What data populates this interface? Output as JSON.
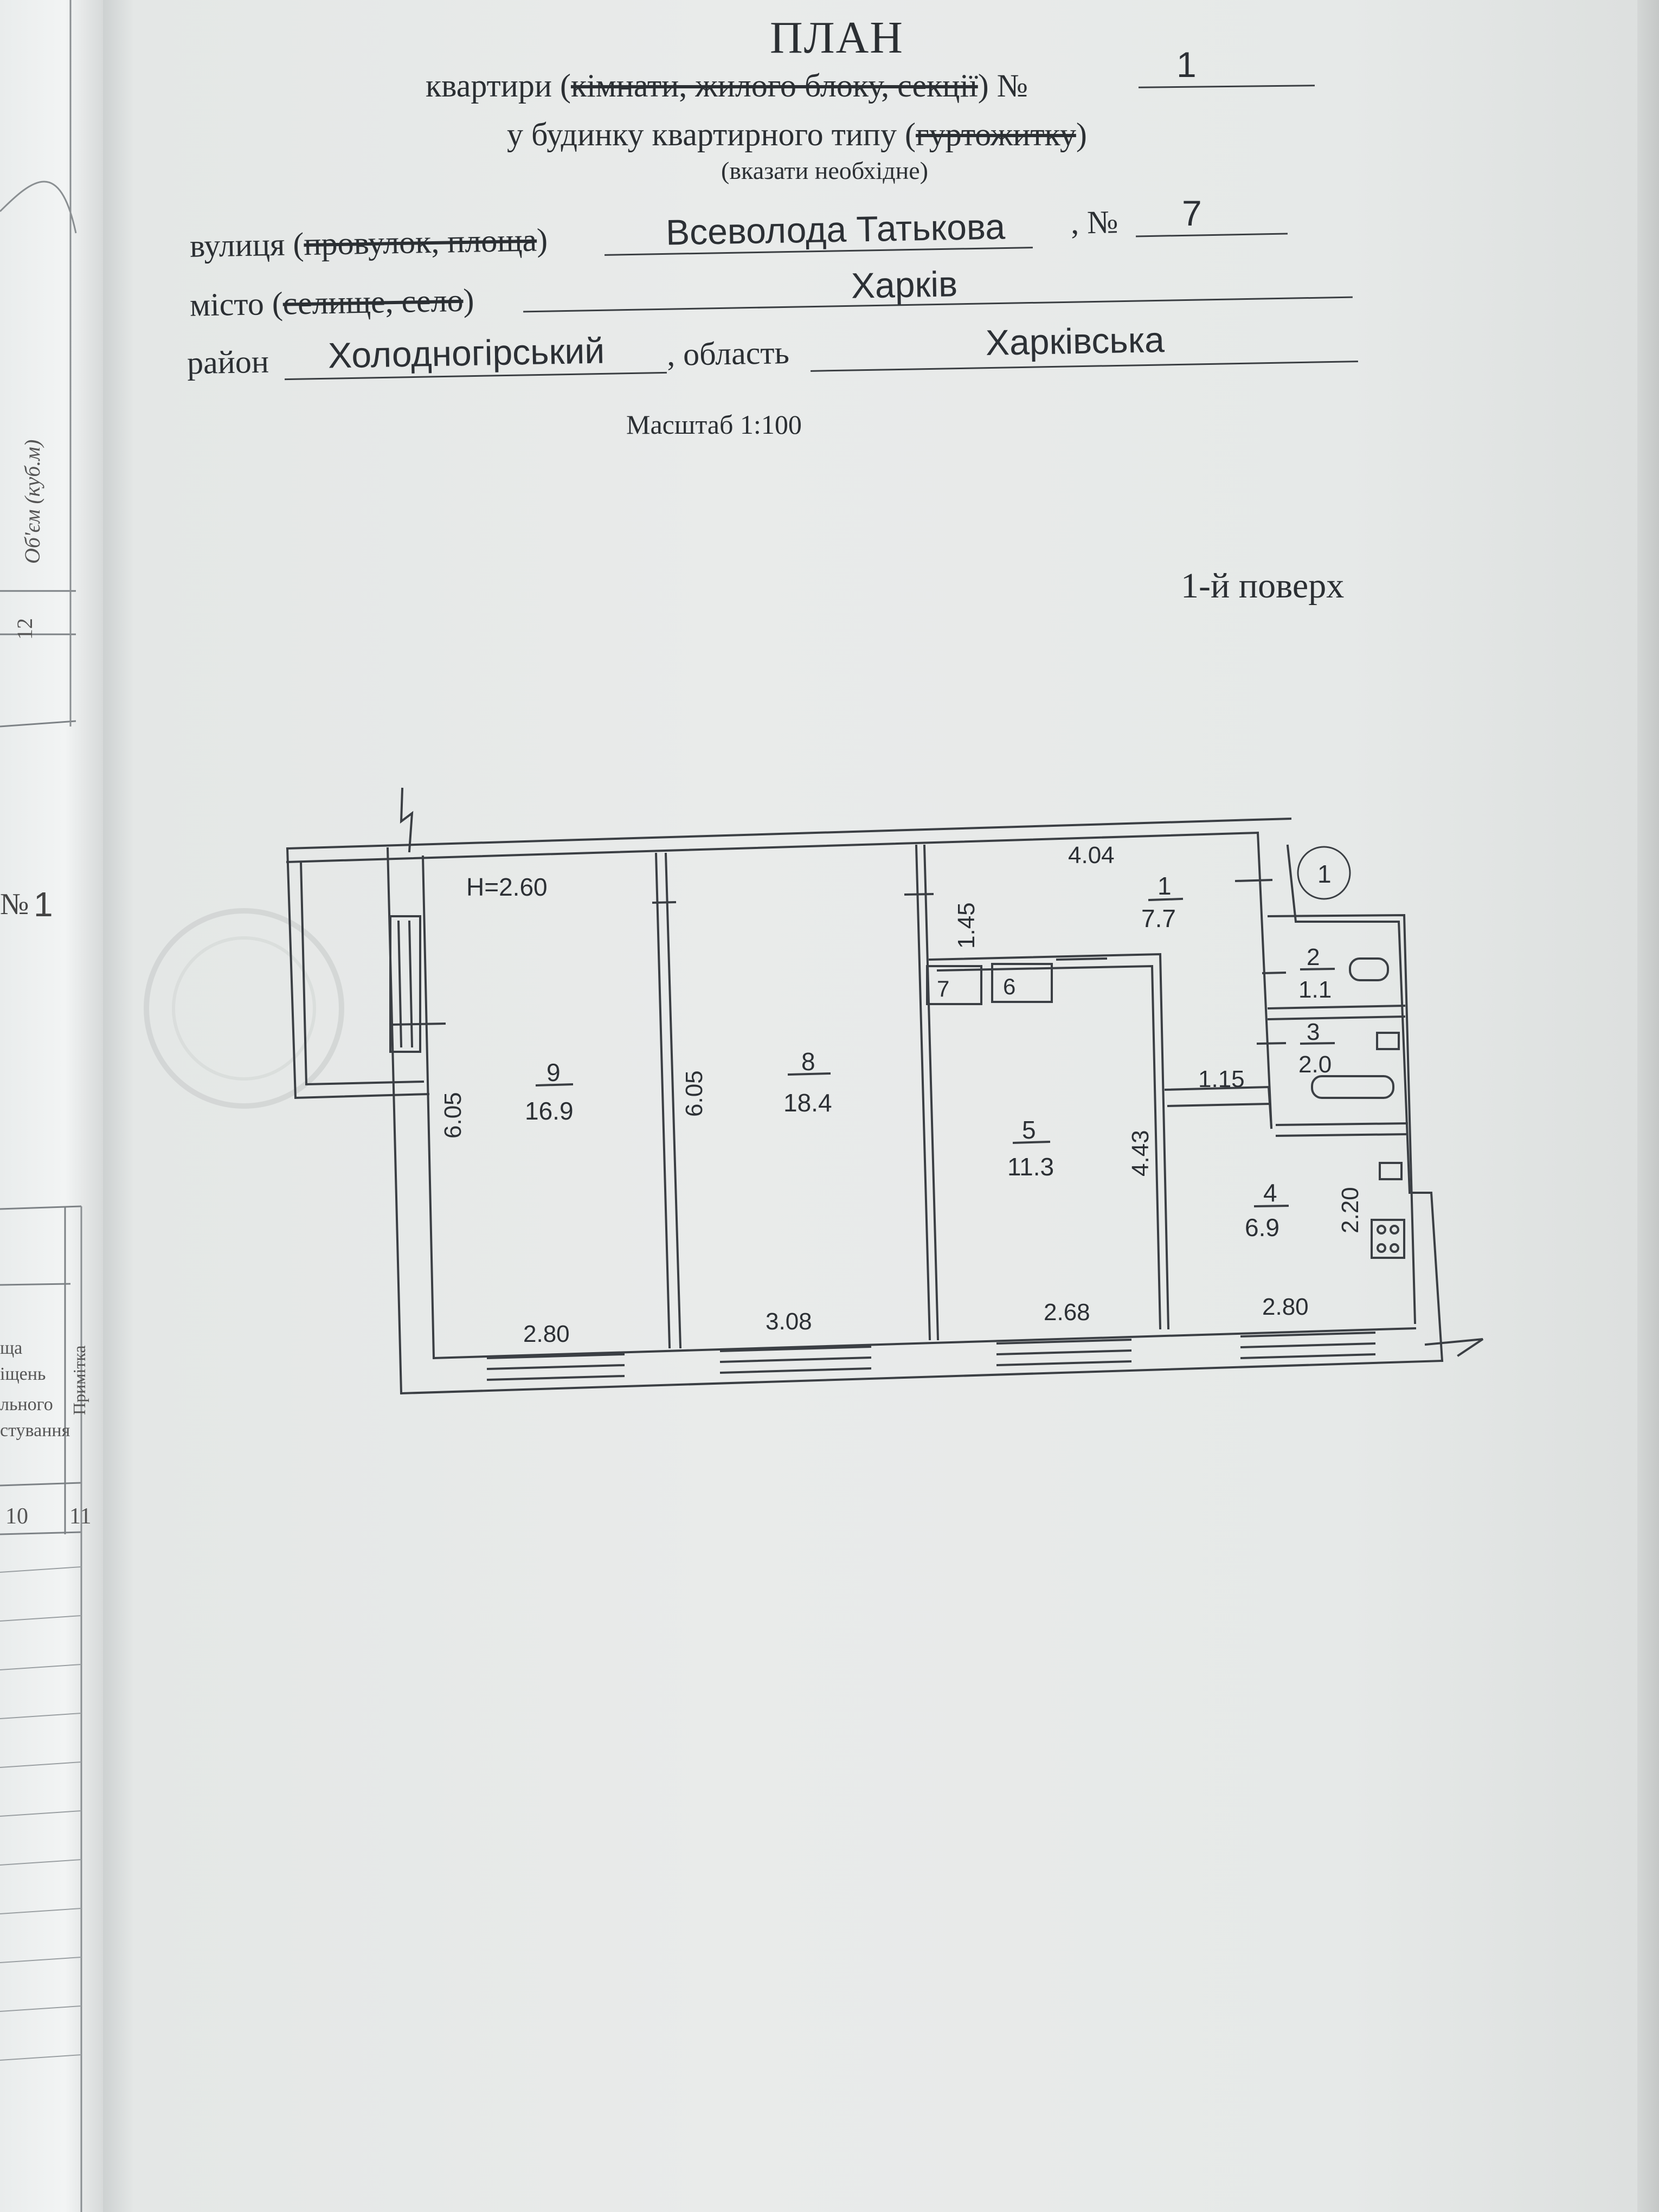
{
  "header": {
    "title": "ПЛАН",
    "line1_prefix": "квартири (",
    "line1_struck": "кімнати, жилого блоку, секції",
    "line1_suffix": ") №",
    "apartment_no": "1",
    "line2_prefix": "у будинку квартирного типу (",
    "line2_struck": "гуртожитку",
    "line2_suffix": ")",
    "note": "(вказати необхідне)",
    "street_label": "вулиця (",
    "street_struck": "провулок, площа",
    "street_label_end": ")",
    "street_value": "Всеволода Татькова",
    "house_label": ", №",
    "house_value": "7",
    "city_label": "місто (",
    "city_struck": "селище, село",
    "city_label_end": ")",
    "city_value": "Харків",
    "district_label": "район",
    "district_value": "Холодногірський",
    "region_label": ", область",
    "region_value": "Харківська",
    "scale": "Масштаб 1:100",
    "floor": "1-й поверх"
  },
  "left_page": {
    "volume_label": "Об'єм (куб.м)",
    "col12": "12",
    "no_label": "№",
    "no_value": "1",
    "col_text_1": "ща",
    "col_text_2": "іщень",
    "col_text_3": "льного",
    "col_text_4": "стування",
    "col_note": "Примітка",
    "col10": "10",
    "col11": "11"
  },
  "plan": {
    "height_label": "H=2.60",
    "marker": "1",
    "rooms": [
      {
        "no": "9",
        "area": "16.9"
      },
      {
        "no": "8",
        "area": "18.4"
      },
      {
        "no": "1",
        "area": "7.7"
      },
      {
        "no": "5",
        "area": "11.3"
      },
      {
        "no": "2",
        "area": "1.1"
      },
      {
        "no": "3",
        "area": "2.0"
      },
      {
        "no": "4",
        "area": "6.9"
      },
      {
        "no": "7",
        "area": ""
      },
      {
        "no": "6",
        "area": ""
      }
    ],
    "dims": {
      "d_605a": "6.05",
      "d_605b": "6.05",
      "d_404": "4.04",
      "d_145": "1.45",
      "d_115": "1.15",
      "d_443": "4.43",
      "d_220": "2.20",
      "d_280a": "2.80",
      "d_308": "3.08",
      "d_268": "2.68",
      "d_280b": "2.80"
    }
  }
}
